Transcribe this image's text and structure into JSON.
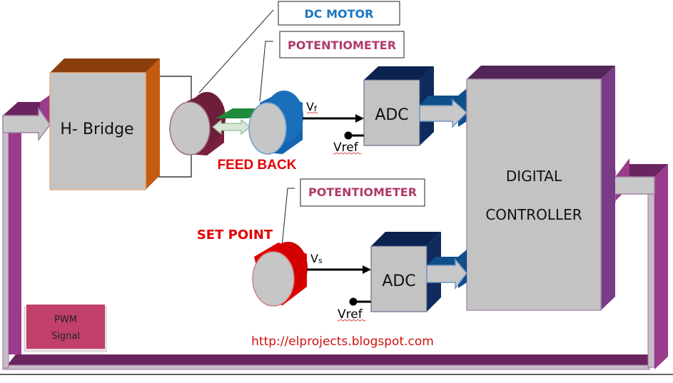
{
  "diagram": {
    "title": "DC motor position control with digital controller",
    "blocks": {
      "hbridge": {
        "label": "H- Bridge"
      },
      "adc_feedback": {
        "label": "ADC"
      },
      "adc_setpoint": {
        "label": "ADC"
      },
      "controller": {
        "line1": "DIGITAL",
        "line2": "CONTROLLER"
      },
      "pwm": {
        "line1": "PWM",
        "line2": "Signal"
      }
    },
    "callouts": {
      "dc_motor": "DC MOTOR",
      "potentiometer_feedback": "POTENTIOMETER",
      "potentiometer_setpoint": "POTENTIOMETER"
    },
    "labels": {
      "feed_back": "FEED BACK",
      "set_point": "SET POINT",
      "vf_main": "V",
      "vf_sub": "f",
      "vs_main": "V",
      "vs_sub": "s",
      "vref_feedback": "Vref",
      "vref_setpoint": "Vref",
      "url": "http://elprojects.blogspot.com"
    },
    "colors": {
      "block_face": "#c3c3c3",
      "hbridge_side": "#c55a11",
      "hbridge_top": "#8a3e0c",
      "adc_side": "#0f2a5c",
      "adc_top": "#0c2350",
      "controller_side": "#7a3b86",
      "controller_top": "#542657",
      "bus_side": "#9b3b8b",
      "bus_top": "#6a2560",
      "motor": "#7a2040",
      "feedback_pot": "#1465b0",
      "setpoint_pot": "#e00000",
      "coupling": "#1e8a3a",
      "pwm_box": "#c0406a",
      "dc_motor_text": "#1b75bb",
      "pot_text": "#b03a6a",
      "red_text": "#e00000"
    }
  }
}
